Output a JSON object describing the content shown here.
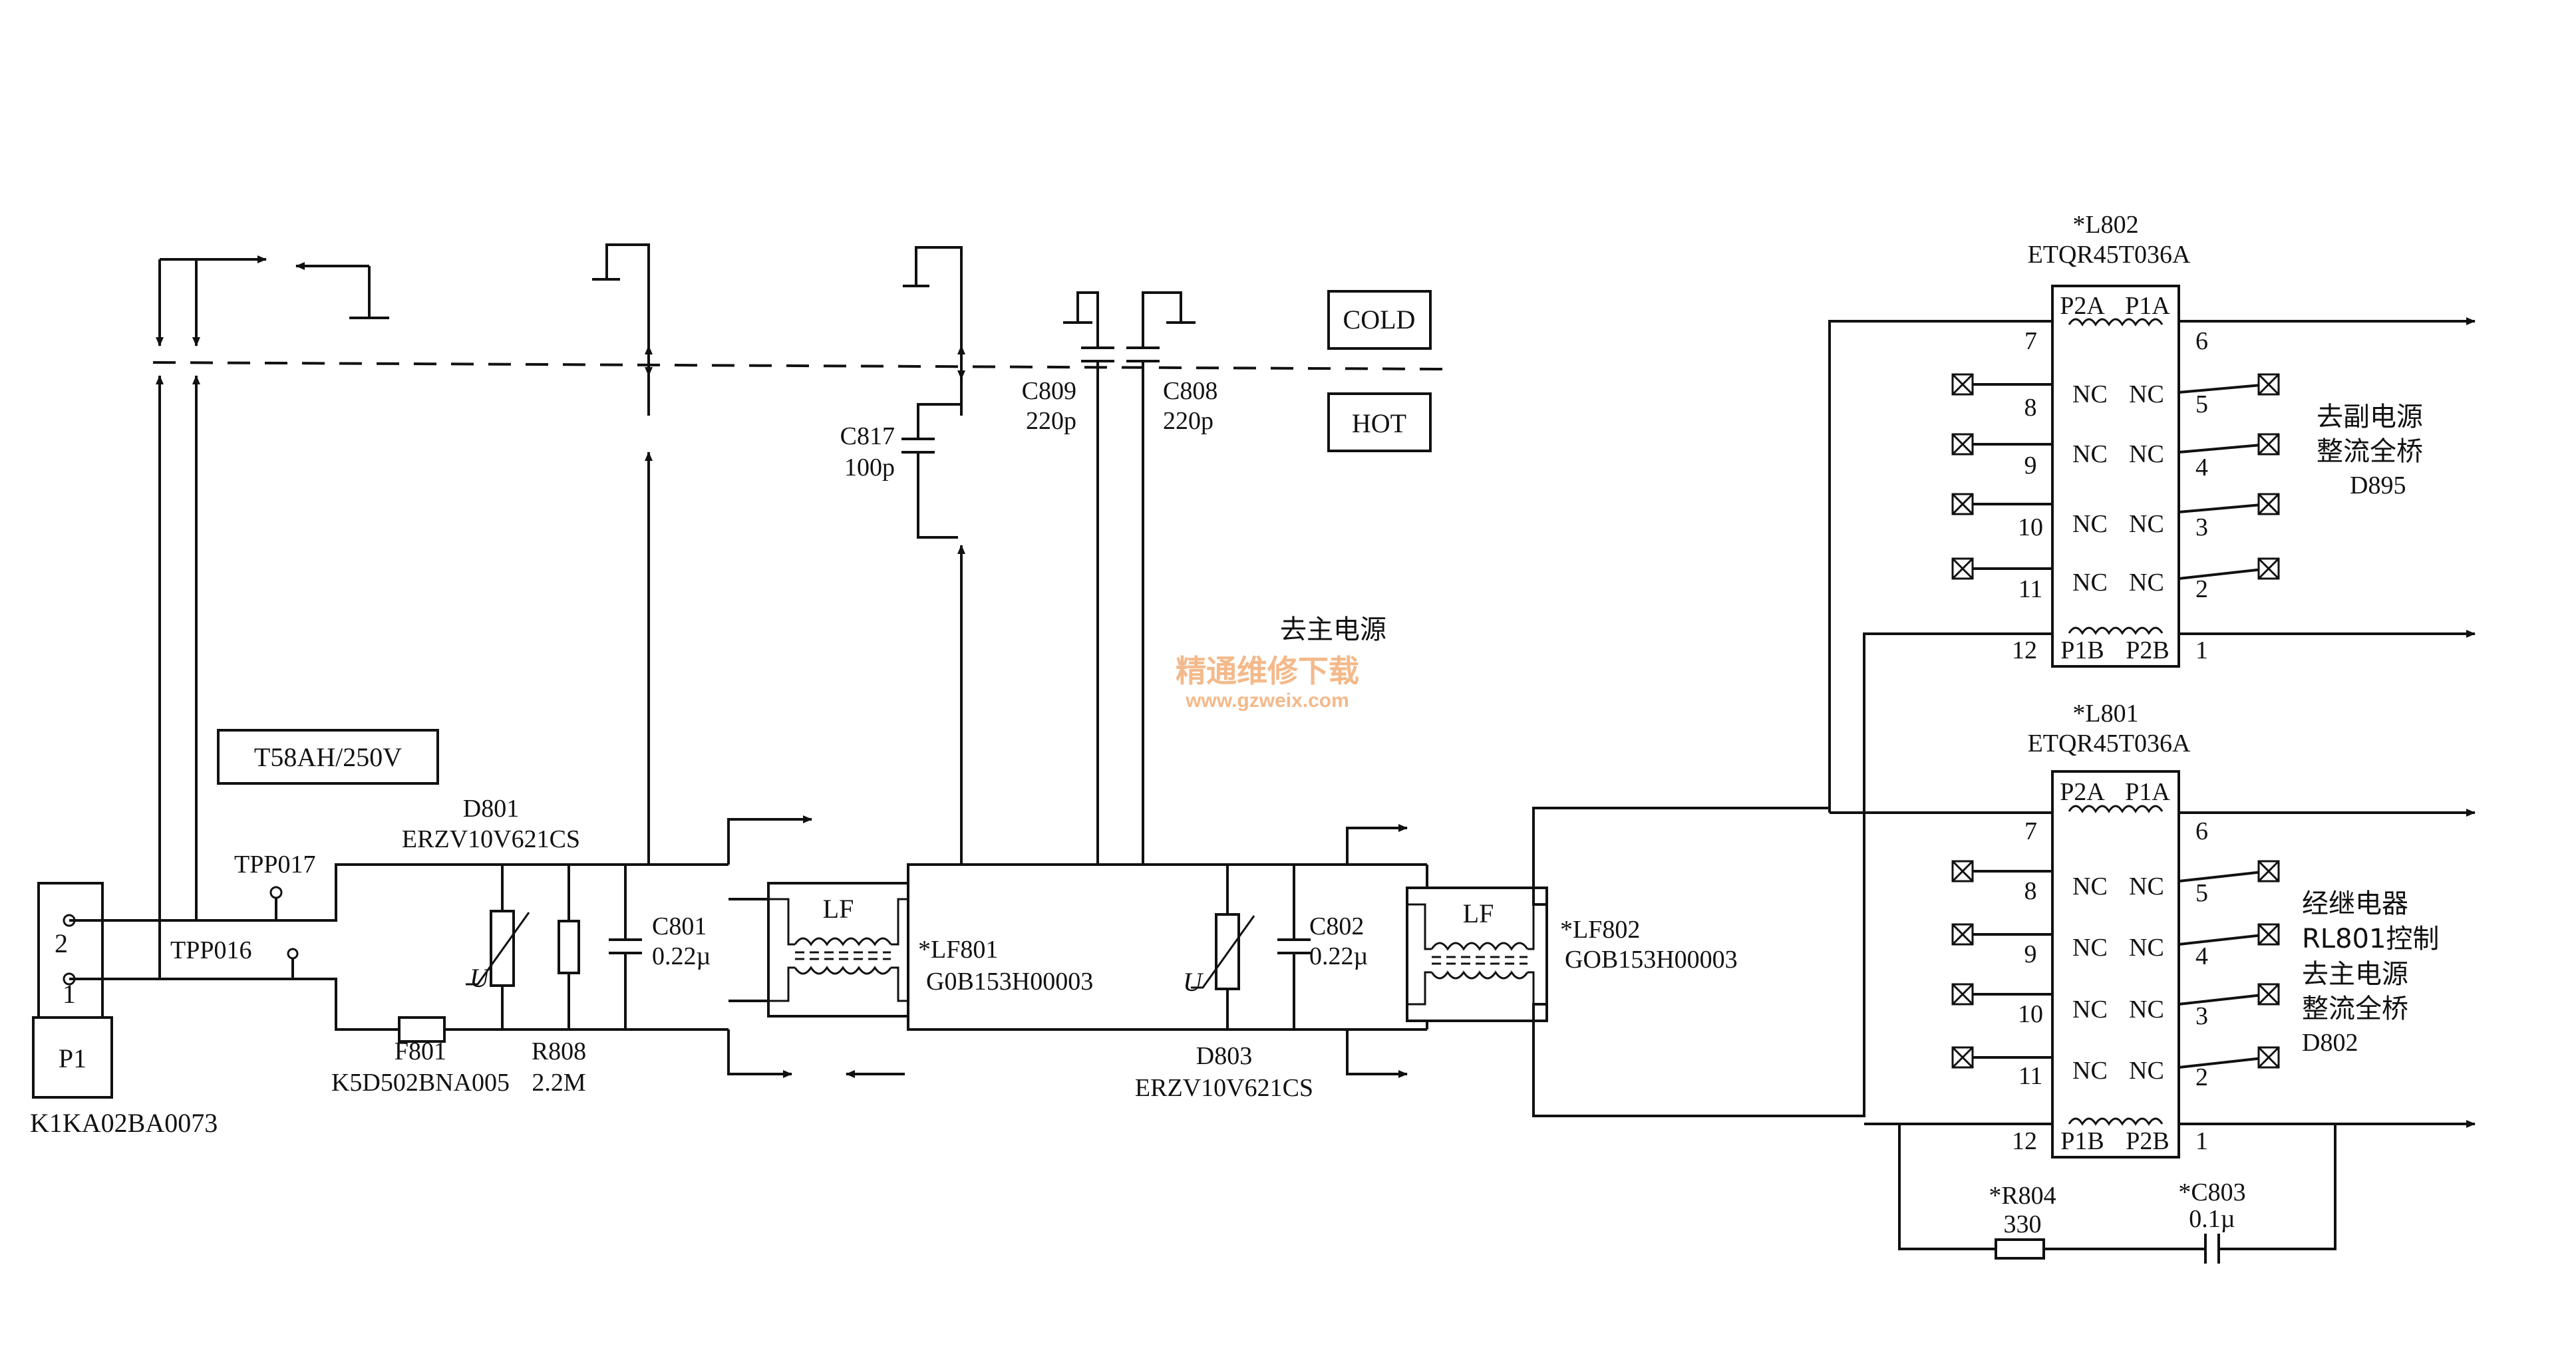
{
  "labels": {
    "cold": "COLD",
    "hot": "HOT",
    "fuse_rating": "T58AH/250V",
    "main_power": "去主电源",
    "connector_ref": "P1",
    "connector_part": "K1KA02BA0073",
    "pin1": "1",
    "pin2": "2",
    "tpp016": "TPP016",
    "tpp017": "TPP017",
    "d801_ref": "D801",
    "d801_part": "ERZV10V621CS",
    "varistor_u": "U",
    "f801_ref": "F801",
    "f801_part": "K5D502BNA005",
    "r808_ref": "R808",
    "r808_val": "2.2M",
    "c801_ref": "C801",
    "c801_val": "0.22µ",
    "lf_label": "LF",
    "lf801_ref": "*LF801",
    "lf801_part": "G0B153H00003",
    "c817_ref": "C817",
    "c817_val": "100p",
    "c809_ref": "C809",
    "c809_val": "220p",
    "c808_ref": "C808",
    "c808_val": "220p",
    "d803_ref": "D803",
    "d803_part": "ERZV10V621CS",
    "c802_ref": "C802",
    "c802_val": "0.22µ",
    "lf802_ref": "*LF802",
    "lf802_part": "GOB153H00003",
    "l802_ref": "*L802",
    "l802_part": "ETQR45T036A",
    "l801_ref": "*L801",
    "l801_part": "ETQR45T036A",
    "p2a": "P2A",
    "p1a": "P1A",
    "p1b": "P1B",
    "p2b": "P2B",
    "nc": "NC",
    "pin_7": "7",
    "pin_8": "8",
    "pin_9": "9",
    "pin_10": "10",
    "pin_11": "11",
    "pin_12": "12",
    "pin_6": "6",
    "pin_5": "5",
    "pin_4": "4",
    "pin_3": "3",
    "pin_2": "2",
    "pin_1": "1",
    "sub_power_1": "去副电源",
    "sub_power_2": "整流全桥",
    "sub_power_3": "D895",
    "relay_1": "经继电器",
    "relay_2": "RL801控制",
    "relay_3": "去主电源",
    "relay_4": "整流全桥",
    "relay_5": "D802",
    "r804_ref": "*R804",
    "r804_val": "330",
    "c803_ref": "*C803",
    "c803_val": "0.1µ",
    "watermark_cn": "精通维修下载",
    "watermark_url": "www.gzweix.com"
  }
}
